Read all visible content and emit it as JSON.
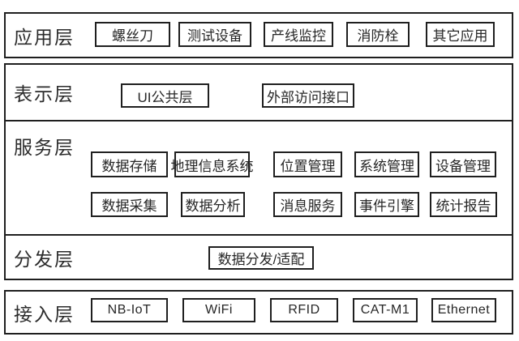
{
  "diagram": {
    "type": "layered-architecture",
    "colors": {
      "border": "#1f1f1f",
      "text": "#262626",
      "background": "#ffffff"
    },
    "layers": [
      {
        "label": "应用层",
        "boxes": [
          "螺丝刀",
          "测试设备",
          "产线监控",
          "消防栓",
          "其它应用"
        ]
      },
      {
        "label": "表示层",
        "boxes": [
          "UI公共层",
          "外部访问接口"
        ]
      },
      {
        "label": "服务层",
        "rows": [
          [
            "数据存储",
            "地理信息系统",
            "位置管理",
            "系统管理",
            "设备管理"
          ],
          [
            "数据采集",
            "数据分析",
            "消息服务",
            "事件引擎",
            "统计报告"
          ]
        ]
      },
      {
        "label": "分发层",
        "boxes": [
          "数据分发/适配"
        ]
      },
      {
        "label": "接入层",
        "boxes": [
          "NB-IoT",
          "WiFi",
          "RFID",
          "CAT-M1",
          "Ethernet"
        ]
      }
    ]
  }
}
